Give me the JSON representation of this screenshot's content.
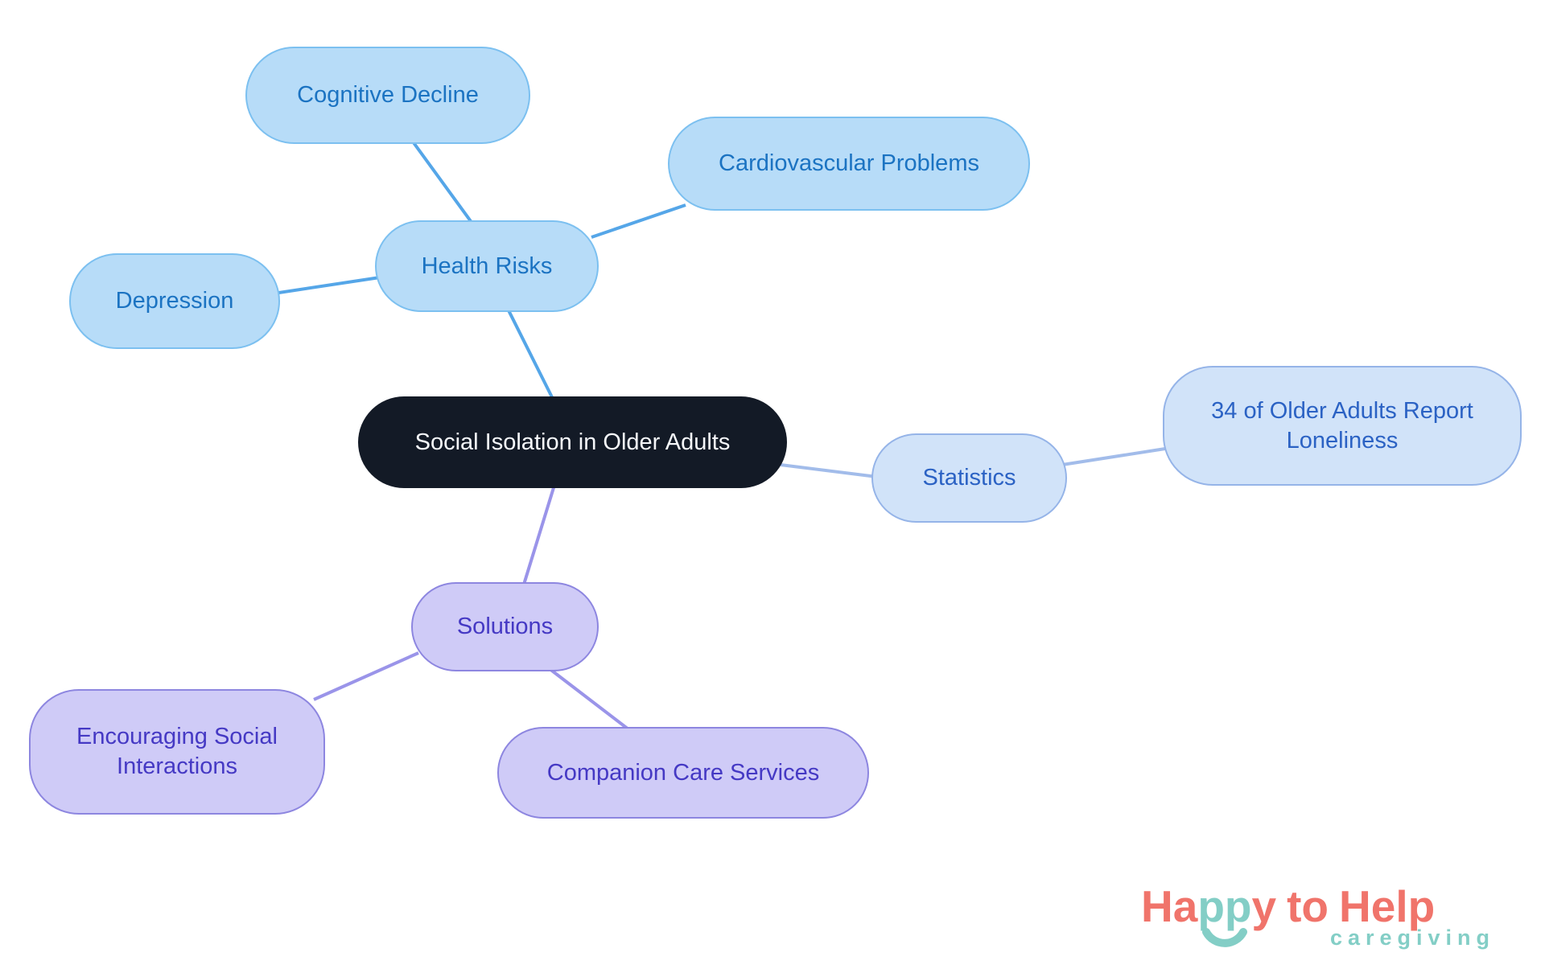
{
  "diagram": {
    "type": "mindmap",
    "background": "#ffffff"
  },
  "nodes": {
    "central": {
      "label": "Social Isolation in Older Adults",
      "role": "central-topic"
    },
    "health_risks": {
      "label": "Health Risks",
      "role": "branch"
    },
    "cognitive_decline": {
      "label": "Cognitive Decline",
      "role": "leaf"
    },
    "cardiovascular_problems": {
      "label": "Cardiovascular Problems",
      "role": "leaf"
    },
    "depression": {
      "label": "Depression",
      "role": "leaf"
    },
    "statistics": {
      "label": "Statistics",
      "role": "branch"
    },
    "loneliness_stat": {
      "label": "34 of Older Adults Report\nLoneliness",
      "role": "leaf"
    },
    "solutions": {
      "label": "Solutions",
      "role": "branch"
    },
    "encouraging_social": {
      "label": "Encouraging Social\nInteractions",
      "role": "leaf"
    },
    "companion_care": {
      "label": "Companion Care Services",
      "role": "leaf"
    }
  },
  "edges": [
    {
      "from": "health_risks",
      "to": "central"
    },
    {
      "from": "cognitive_decline",
      "to": "health_risks"
    },
    {
      "from": "cardiovascular_problems",
      "to": "health_risks"
    },
    {
      "from": "depression",
      "to": "health_risks"
    },
    {
      "from": "statistics",
      "to": "central"
    },
    {
      "from": "loneliness_stat",
      "to": "statistics"
    },
    {
      "from": "solutions",
      "to": "central"
    },
    {
      "from": "encouraging_social",
      "to": "solutions"
    },
    {
      "from": "companion_care",
      "to": "solutions"
    }
  ],
  "palette": {
    "central_fill": "#131a26",
    "central_text": "#f6f8fb",
    "health_fill": "#b7dcf8",
    "health_border": "#7cc0f0",
    "health_text": "#1b73c2",
    "health_edge": "#55a6e8",
    "stats_fill": "#d1e3f9",
    "stats_border": "#95b4e8",
    "stats_text": "#2b62c4",
    "stats_edge": "#a2bcea",
    "solutions_fill": "#cfcbf7",
    "solutions_border": "#8d86e0",
    "solutions_text": "#4539c4",
    "solutions_edge": "#9a94e9",
    "logo_coral": "#f0746b",
    "logo_teal": "#83cec6"
  },
  "logo": {
    "ha": "Ha",
    "pp": "pp",
    "y": "y",
    "to": "to",
    "help": "Help",
    "tagline": "caregiving"
  }
}
